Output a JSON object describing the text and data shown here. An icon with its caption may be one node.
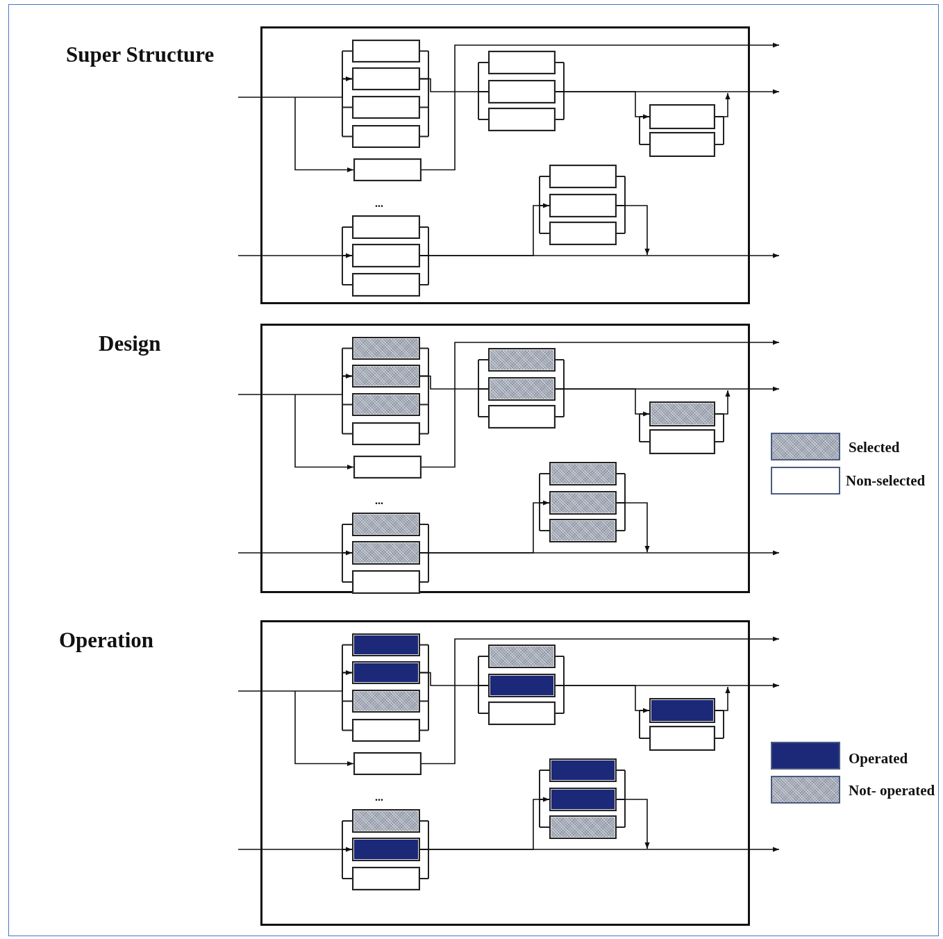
{
  "diagram": {
    "nodes": [
      {
        "text": [
          "Super Structure"
        ]
      },
      {
        "text": [],
        "shape": "box",
        "in": 0
      },
      {
        "text": [],
        "shape": "box",
        "in": 0
      },
      {
        "text": [],
        "shape": "box",
        "in": 0
      },
      {
        "text": [],
        "shape": "box",
        "in": 0
      },
      {
        "text": [],
        "shape": "box",
        "in": 0
      },
      {
        "text": [],
        "shape": "box",
        "in": 0
      },
      {
        "text": [],
        "shape": "box",
        "in": 0
      },
      {
        "text": [],
        "shape": "box",
        "in": 0
      },
      {
        "text": [],
        "shape": "box",
        "in": 0
      },
      {
        "text": [],
        "shape": "box",
        "in": 0
      },
      {
        "text": [],
        "shape": "box",
        "in": 0
      },
      {
        "text": [],
        "shape": "box",
        "in": 0
      },
      {
        "text": [],
        "shape": "box",
        "in": 0
      },
      {
        "text": [],
        "shape": "box",
        "in": 0
      },
      {
        "text": [],
        "shape": "box",
        "in": 0
      },
      {
        "text": [],
        "shape": "box",
        "in": 0
      },
      {
        "text": [
          "Design"
        ]
      },
      {
        "text": [],
        "shape": "box",
        "in": 17
      },
      {
        "text": [],
        "shape": "box",
        "in": 17
      },
      {
        "text": [],
        "shape": "box",
        "in": 17
      },
      {
        "text": [],
        "shape": "box",
        "in": 17
      },
      {
        "text": [],
        "shape": "box",
        "in": 17
      },
      {
        "text": [],
        "shape": "box",
        "in": 17
      },
      {
        "text": [],
        "shape": "box",
        "in": 17
      },
      {
        "text": [],
        "shape": "box",
        "in": 17
      },
      {
        "text": [],
        "shape": "box",
        "in": 17
      },
      {
        "text": [],
        "shape": "box",
        "in": 17
      },
      {
        "text": [],
        "shape": "box",
        "in": 17
      },
      {
        "text": [],
        "shape": "box",
        "in": 17
      },
      {
        "text": [],
        "shape": "box",
        "in": 17
      },
      {
        "text": [],
        "shape": "box",
        "in": 17
      },
      {
        "text": [],
        "shape": "box",
        "in": 17
      },
      {
        "text": [],
        "shape": "box",
        "in": 17
      },
      {
        "text": [
          "Operation"
        ]
      },
      {
        "text": [],
        "shape": "box",
        "in": 34
      },
      {
        "text": [],
        "shape": "box",
        "in": 34
      },
      {
        "text": [],
        "shape": "box",
        "in": 34
      },
      {
        "text": [],
        "shape": "box",
        "in": 34
      },
      {
        "text": [],
        "shape": "box",
        "in": 34
      },
      {
        "text": [],
        "shape": "box",
        "in": 34
      },
      {
        "text": [],
        "shape": "box",
        "in": 34
      },
      {
        "text": [],
        "shape": "box",
        "in": 34
      },
      {
        "text": [],
        "shape": "box",
        "in": 34
      },
      {
        "text": [],
        "shape": "box",
        "in": 34
      },
      {
        "text": [],
        "shape": "box",
        "in": 34
      },
      {
        "text": [],
        "shape": "box",
        "in": 34
      },
      {
        "text": [],
        "shape": "box",
        "in": 34
      },
      {
        "text": [],
        "shape": "box",
        "in": 34
      },
      {
        "text": [],
        "shape": "box",
        "in": 34
      },
      {
        "text": [],
        "shape": "box",
        "in": 34
      }
    ],
    "edges": [
      {
        "from": null,
        "to": 2,
        "arrow": "to"
      },
      {
        "from": null,
        "to": 5,
        "arrow": "to"
      },
      {
        "from": 2,
        "to": 7,
        "arrow": "none"
      },
      {
        "from": 5,
        "to": null,
        "arrow": "to"
      },
      {
        "from": 7,
        "to": 9,
        "arrow": "to"
      },
      {
        "from": 9,
        "to": null,
        "arrow": "to"
      },
      {
        "from": 7,
        "to": null,
        "arrow": "to"
      },
      {
        "from": null,
        "to": 12,
        "arrow": "to"
      },
      {
        "from": 12,
        "to": 15,
        "arrow": "to"
      },
      {
        "from": 15,
        "to": null,
        "arrow": "to"
      },
      {
        "from": 12,
        "to": null,
        "arrow": "to"
      },
      {
        "from": null,
        "to": 19,
        "arrow": "to"
      },
      {
        "from": null,
        "to": 22,
        "arrow": "to"
      },
      {
        "from": 19,
        "to": 24,
        "arrow": "none"
      },
      {
        "from": 22,
        "to": null,
        "arrow": "to"
      },
      {
        "from": 24,
        "to": 26,
        "arrow": "to"
      },
      {
        "from": 26,
        "to": null,
        "arrow": "to"
      },
      {
        "from": 24,
        "to": null,
        "arrow": "to"
      },
      {
        "from": null,
        "to": 29,
        "arrow": "to"
      },
      {
        "from": 29,
        "to": 32,
        "arrow": "to"
      },
      {
        "from": 32,
        "to": null,
        "arrow": "to"
      },
      {
        "from": 29,
        "to": null,
        "arrow": "to"
      },
      {
        "from": null,
        "to": 36,
        "arrow": "to"
      },
      {
        "from": null,
        "to": 39,
        "arrow": "to"
      },
      {
        "from": 36,
        "to": 41,
        "arrow": "none"
      },
      {
        "from": 39,
        "to": null,
        "arrow": "to"
      },
      {
        "from": 41,
        "to": 43,
        "arrow": "to"
      },
      {
        "from": 43,
        "to": null,
        "arrow": "to"
      },
      {
        "from": 41,
        "to": null,
        "arrow": "to"
      },
      {
        "from": null,
        "to": 46,
        "arrow": "to"
      },
      {
        "from": 46,
        "to": 49,
        "arrow": "to"
      },
      {
        "from": 49,
        "to": null,
        "arrow": "to"
      },
      {
        "from": 46,
        "to": null,
        "arrow": "to"
      }
    ],
    "labels": [
      "...",
      "...",
      "..."
    ],
    "legend": [
      {
        "text": "Selected",
        "color": "#a6adb9"
      },
      {
        "text": "Non-selected",
        "color": "#ffffff"
      },
      {
        "text": "Operated",
        "color": "#1c2878"
      },
      {
        "text": "Not- operated",
        "color": "#a6adb9"
      }
    ]
  }
}
